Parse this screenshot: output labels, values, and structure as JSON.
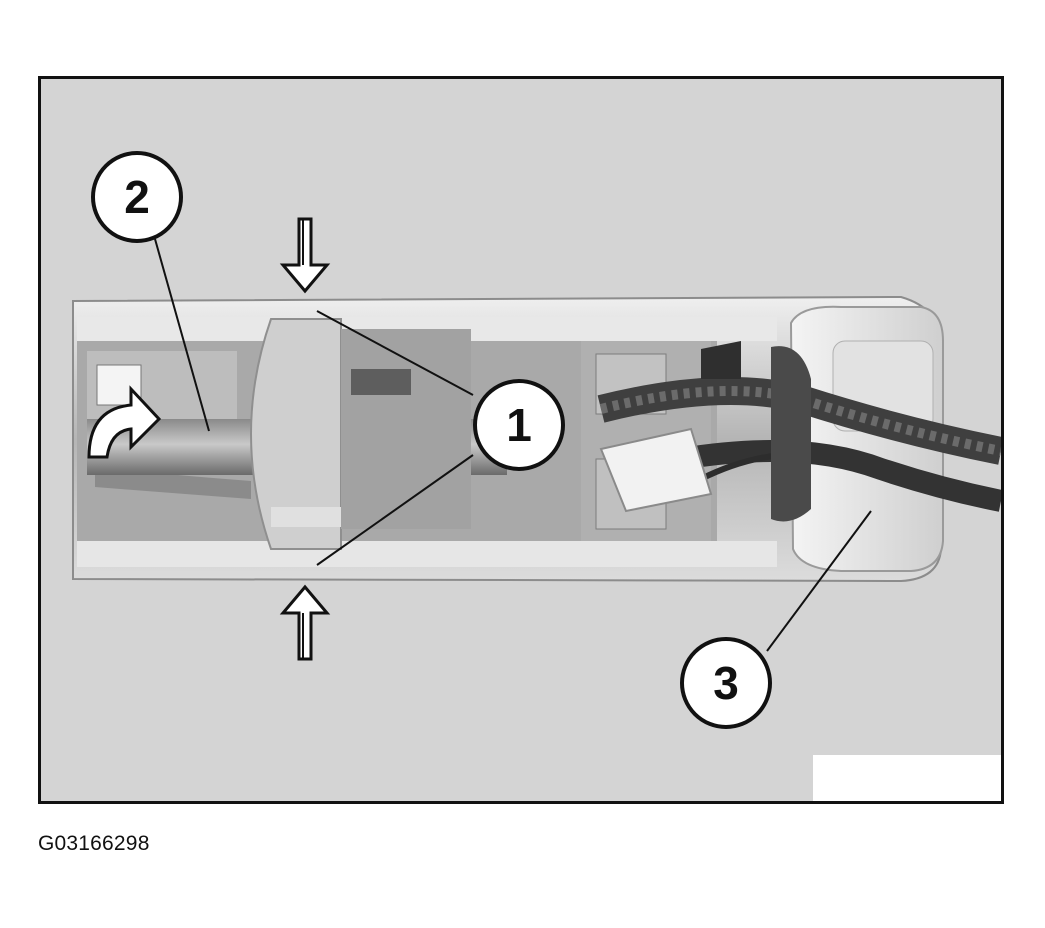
{
  "figure": {
    "code": "G03166298",
    "callouts": [
      "1",
      "2",
      "3"
    ]
  },
  "colors": {
    "background": "#d4d4d4",
    "frame": "#111111",
    "ink": "#111111"
  },
  "icons": [
    "down-arrow-icon",
    "up-arrow-icon",
    "rotate-arrow-icon"
  ]
}
